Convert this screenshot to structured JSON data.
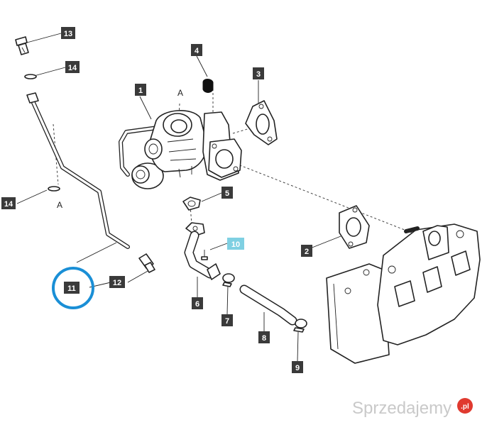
{
  "callouts": {
    "c1": "1",
    "c2": "2",
    "c3": "3",
    "c4": "4",
    "c5": "5",
    "c6": "6",
    "c7": "7",
    "c8": "8",
    "c9": "9",
    "c10": "10",
    "c11": "11",
    "c12": "12",
    "c13": "13",
    "c14a": "14",
    "c14b": "14"
  },
  "refs": {
    "ref_top": "A",
    "ref_bottom": "A"
  },
  "highlight": {
    "callout": "11",
    "ring_color": "#1a8fd6",
    "tag_color": "#7fd0e2"
  },
  "watermark": {
    "text": "Sprzedajemy",
    "badge": ".pl"
  }
}
